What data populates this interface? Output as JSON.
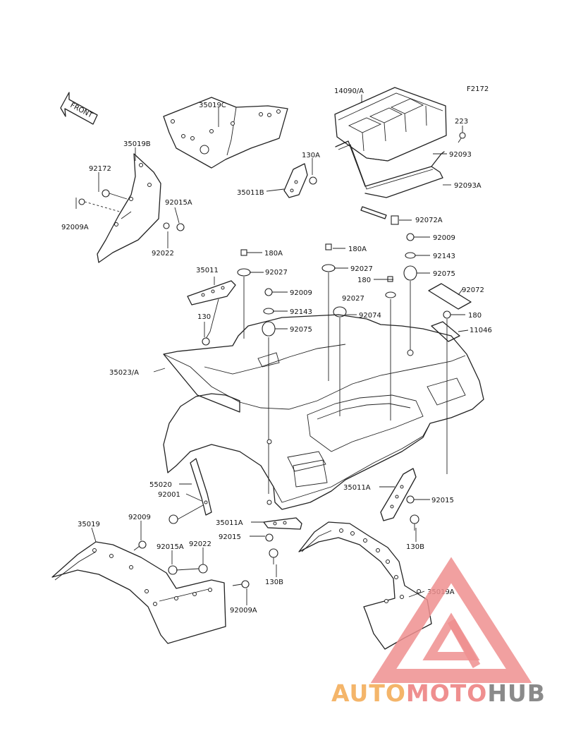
{
  "diagram_id": "F2172",
  "front_arrow_label": "FRONT",
  "parts": [
    {
      "label": "14090/A"
    },
    {
      "label": "223"
    },
    {
      "label": "92093"
    },
    {
      "label": "92093A"
    },
    {
      "label": "92072A"
    },
    {
      "label": "35019C"
    },
    {
      "label": "35019B"
    },
    {
      "label": "92172"
    },
    {
      "label": "92009A"
    },
    {
      "label": "92015A"
    },
    {
      "label": "92022"
    },
    {
      "label": "130A"
    },
    {
      "label": "35011B"
    },
    {
      "label": "180A"
    },
    {
      "label": "180A"
    },
    {
      "label": "92027"
    },
    {
      "label": "92027"
    },
    {
      "label": "92009"
    },
    {
      "label": "92143"
    },
    {
      "label": "92075"
    },
    {
      "label": "35011"
    },
    {
      "label": "92009"
    },
    {
      "label": "92143"
    },
    {
      "label": "92075"
    },
    {
      "label": "130"
    },
    {
      "label": "180"
    },
    {
      "label": "92027"
    },
    {
      "label": "92074"
    },
    {
      "label": "92072"
    },
    {
      "label": "180"
    },
    {
      "label": "11046"
    },
    {
      "label": "35023/A"
    },
    {
      "label": "55020"
    },
    {
      "label": "92001"
    },
    {
      "label": "35011A"
    },
    {
      "label": "92015"
    },
    {
      "label": "35011A"
    },
    {
      "label": "92015"
    },
    {
      "label": "130B"
    },
    {
      "label": "130B"
    },
    {
      "label": "35019"
    },
    {
      "label": "92009"
    },
    {
      "label": "92015A"
    },
    {
      "label": "92022"
    },
    {
      "label": "92009A"
    },
    {
      "label": "35019A"
    }
  ],
  "watermark": {
    "part1": "AUTO",
    "part2": "MOTO",
    "part3": "HUB",
    "color_light": "#f4b56a",
    "color_mid": "#ef8f8f",
    "color_dark": "#8a8a8a"
  }
}
